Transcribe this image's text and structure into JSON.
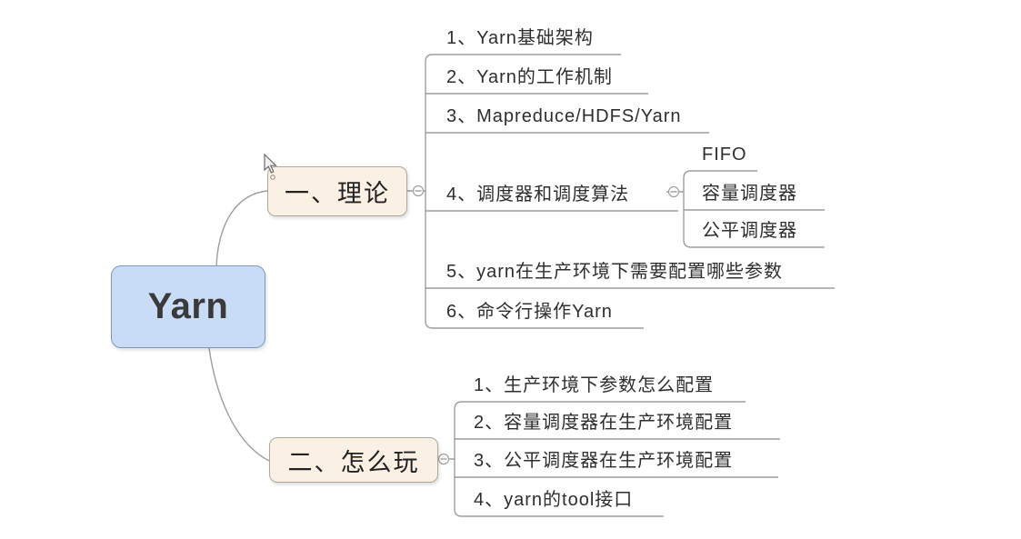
{
  "mindmap": {
    "root": {
      "label": "Yarn"
    },
    "branch1": {
      "label": "一、理论",
      "items": [
        {
          "label": "1、Yarn基础架构"
        },
        {
          "label": "2、Yarn的工作机制"
        },
        {
          "label": "3、Mapreduce/HDFS/Yarn"
        },
        {
          "label": "4、调度器和调度算法",
          "children": [
            {
              "label": "FIFO"
            },
            {
              "label": "容量调度器"
            },
            {
              "label": "公平调度器"
            }
          ]
        },
        {
          "label": "5、yarn在生产环境下需要配置哪些参数"
        },
        {
          "label": "6、命令行操作Yarn"
        }
      ]
    },
    "branch2": {
      "label": "二、怎么玩",
      "items": [
        {
          "label": "1、生产环境下参数怎么配置"
        },
        {
          "label": "2、容量调度器在生产环境配置"
        },
        {
          "label": "3、公平调度器在生产环境配置"
        },
        {
          "label": "4、yarn的tool接口"
        }
      ]
    },
    "colors": {
      "root_fill": "#c8dcf7",
      "root_border": "#7e97b5",
      "branch_fill": "#faf0e4",
      "branch_border": "#b0a79c",
      "connector": "#9e9e9e",
      "text": "#2e2e2e"
    }
  }
}
